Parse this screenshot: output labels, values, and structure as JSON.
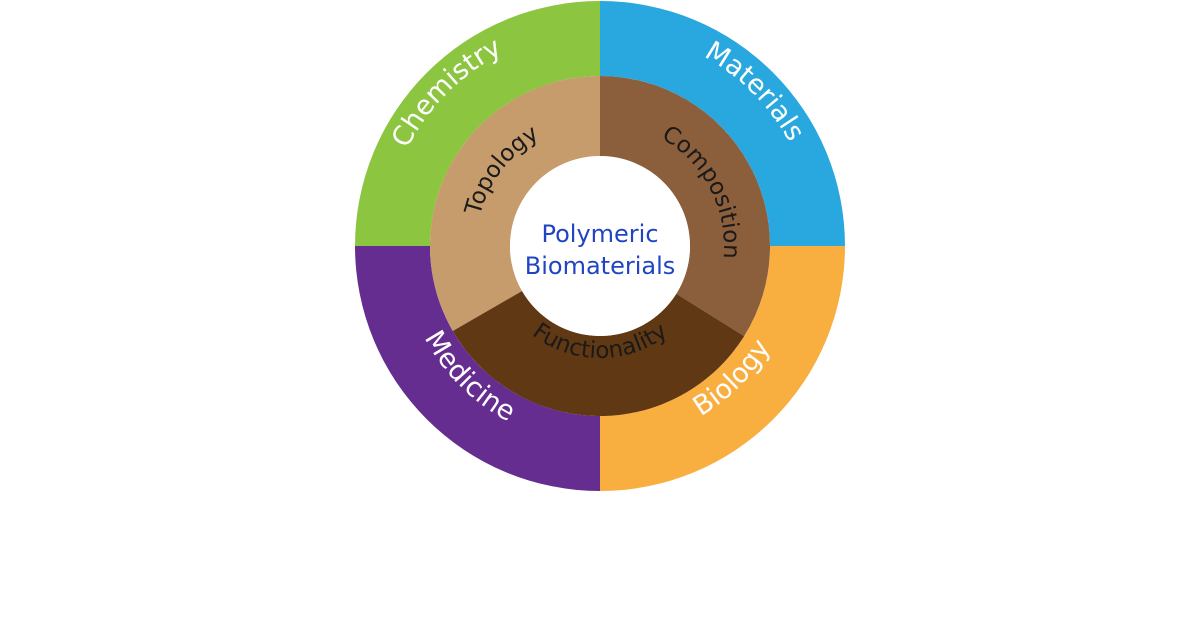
{
  "diagram": {
    "center": {
      "lines": [
        "Polymeric",
        "Biomaterials"
      ],
      "color": "#2145c2"
    },
    "outer_ring": [
      {
        "label": "Chemistry",
        "color": "#8cc53f",
        "flip": false
      },
      {
        "label": "Materials",
        "color": "#29a8e0",
        "flip": false
      },
      {
        "label": "Biology",
        "color": "#f9ae40",
        "flip": true
      },
      {
        "label": "Medicine",
        "color": "#662d91",
        "flip": true
      }
    ],
    "inner_ring": [
      {
        "label": "Topology",
        "color": "#c69c6d",
        "flip": false
      },
      {
        "label": "Composition",
        "color": "#8b5e3c",
        "flip": false
      },
      {
        "label": "Functionality",
        "color": "#603813",
        "flip": true
      }
    ]
  }
}
